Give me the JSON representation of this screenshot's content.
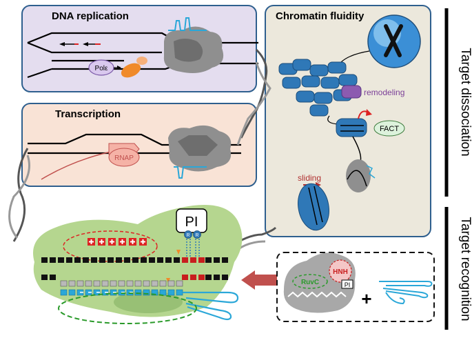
{
  "panels": {
    "dna_replication": {
      "title": "DNA replication",
      "enzyme": "Polε"
    },
    "transcription": {
      "title": "Transcription",
      "enzyme": "RNAP"
    },
    "chromatin_fluidity": {
      "title": "Chromatin fluidity",
      "remodeling": "remodeling",
      "fact": "FACT",
      "sliding": "sliding"
    }
  },
  "recognition": {
    "pi_label": "PI",
    "r_loop_marker": "R",
    "plus_sign": "+",
    "cas9": {
      "ruvc": "RuvC",
      "hnh": "HNH",
      "pi": "PI"
    }
  },
  "side_labels": {
    "dissociation": "Target dissociation",
    "recognition": "Target recognition"
  },
  "colors": {
    "replication_bg": "#e4ddef",
    "transcription_bg": "#f9e3d6",
    "chromatin_bg": "#ece8dc",
    "panel_border": "#2e5f8e",
    "nucleosome": "#2f78b7",
    "green_bg": "#b5d68f",
    "arrow_red": "#c0504d",
    "remodel_purple": "#7b3f98",
    "guide_rna": "#2aa7d8"
  }
}
